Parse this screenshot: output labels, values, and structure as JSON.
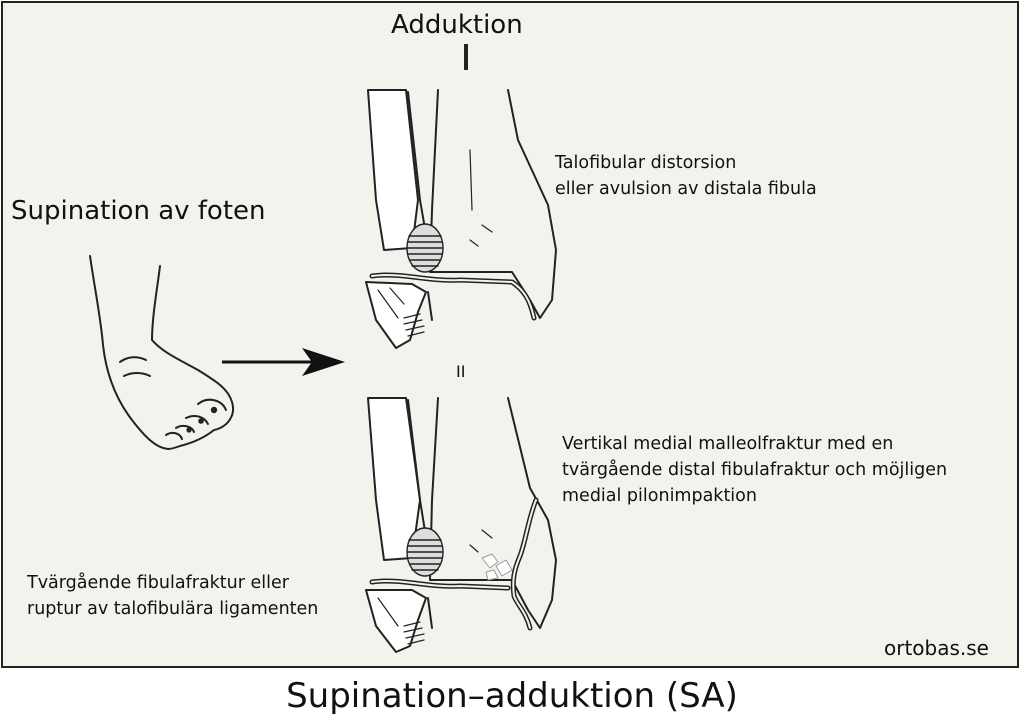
{
  "diagram": {
    "top_label": "Adduktion",
    "stage_labels": [
      "I",
      "II"
    ],
    "left_label": "Supination av foten",
    "stage1_note": [
      "Talofibular distorsion",
      "eller avulsion av distala fibula"
    ],
    "stage2_note": [
      "Vertikal medial malleolfraktur med en",
      "tvärgående distal fibulafraktur och möjligen",
      "medial pilonimpaktion"
    ],
    "fibula_note": [
      "Tvärgående fibulafraktur eller",
      "ruptur av talofibulära ligamenten"
    ],
    "site": "ortobas.se"
  },
  "caption": "Supination–adduktion (SA)"
}
